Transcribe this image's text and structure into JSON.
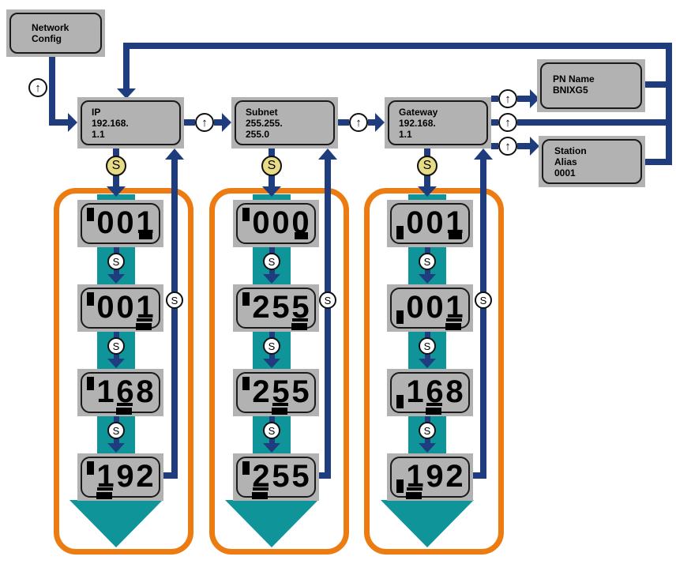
{
  "colors": {
    "line_blue": "#1e3c7e",
    "teal": "#0f949a",
    "orange": "#ec7c12",
    "box_gray": "#b2b2b2",
    "key_yellow": "#e7dc85"
  },
  "icons": {
    "up_arrow_key": "↑",
    "set_key": "S"
  },
  "nodes": {
    "network_config": {
      "line1": "Network",
      "line2": "Config"
    },
    "ip": {
      "line1": "IP",
      "line2": "192.168.",
      "line3": "1.1"
    },
    "subnet": {
      "line1": "Subnet",
      "line2": "255.255.",
      "line3": "255.0"
    },
    "gateway": {
      "line1": "Gateway",
      "line2": "192.168.",
      "line3": "1.1"
    },
    "pn_name": {
      "line1": "PN Name",
      "line2": "BNIXG5"
    },
    "station_alias": {
      "line1": "Station",
      "line2": "Alias",
      "line3": "0001"
    }
  },
  "columns": [
    {
      "name": "ip-octet-entry",
      "marker": "top",
      "displays": [
        {
          "value": "001",
          "cursor": "end"
        },
        {
          "value": "001",
          "active_digit": 2
        },
        {
          "value": "168",
          "active_digit": 1
        },
        {
          "value": "192",
          "active_digit": 0
        }
      ]
    },
    {
      "name": "subnet-octet-entry",
      "marker": "top",
      "displays": [
        {
          "value": "000",
          "cursor": "end"
        },
        {
          "value": "255",
          "active_digit": 2
        },
        {
          "value": "255",
          "active_digit": 1
        },
        {
          "value": "255",
          "active_digit": 0
        }
      ]
    },
    {
      "name": "gateway-octet-entry",
      "marker": "bottom",
      "displays": [
        {
          "value": "001",
          "cursor": "end"
        },
        {
          "value": "001",
          "active_digit": 2
        },
        {
          "value": "168",
          "active_digit": 1
        },
        {
          "value": "192",
          "active_digit": 0
        }
      ]
    }
  ]
}
